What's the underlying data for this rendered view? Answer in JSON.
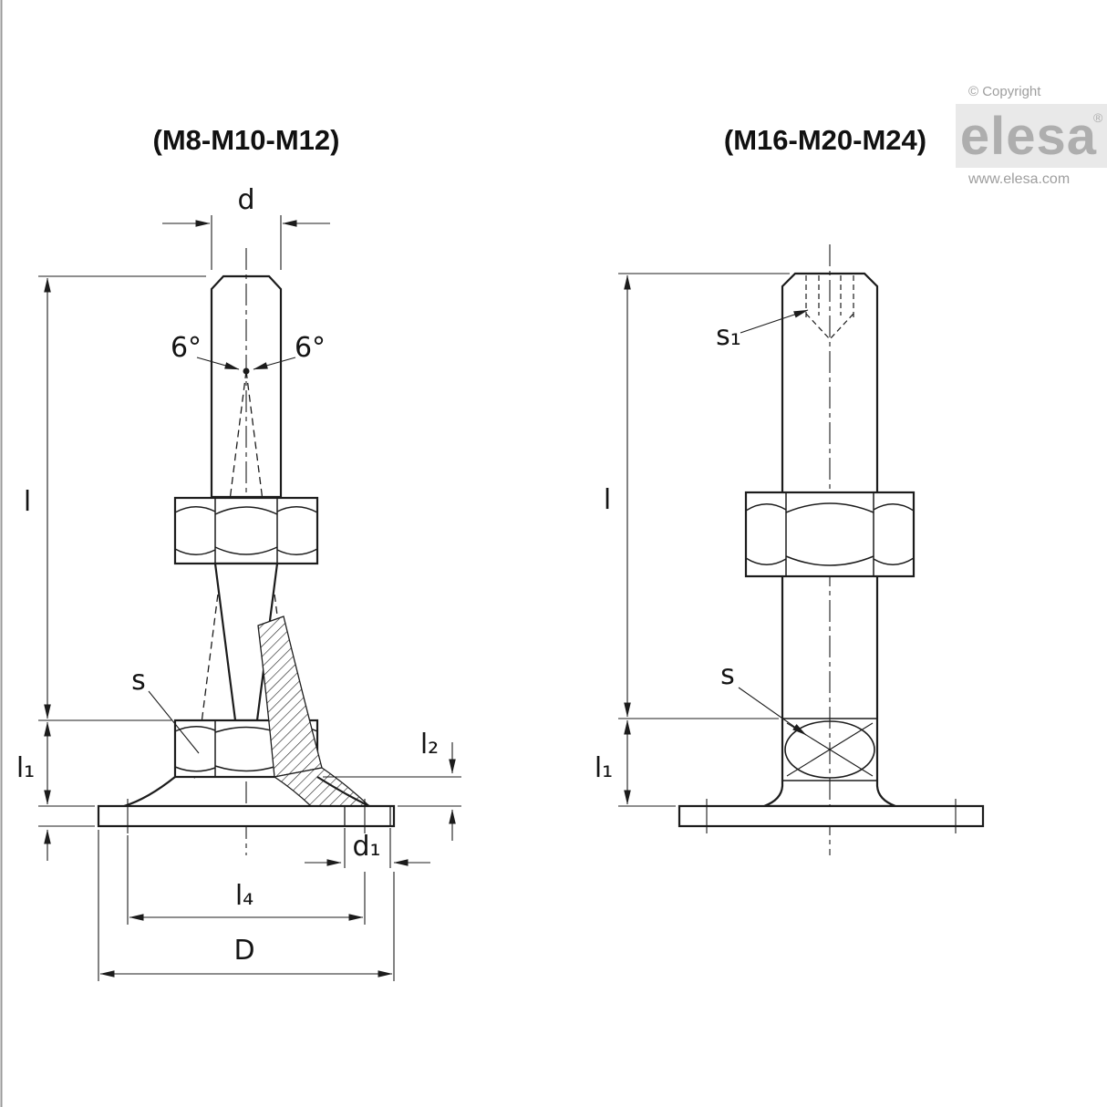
{
  "branding": {
    "copyright": "© Copyright",
    "logo_text": "elesa",
    "registered_mark": "®",
    "website": "www.elesa.com"
  },
  "figures": {
    "left": {
      "title": "(M8-M10-M12)",
      "dims": {
        "d": "d",
        "angle_left": "6°",
        "angle_right": "6°",
        "l": "l",
        "s": "s",
        "l1": "l₁",
        "l2": "l₂",
        "d1": "d₁",
        "l4": "l₄",
        "D": "D"
      }
    },
    "right": {
      "title": "(M16-M20-M24)",
      "dims": {
        "s1": "s₁",
        "l": "l",
        "s": "s",
        "l1": "l₁"
      }
    }
  }
}
